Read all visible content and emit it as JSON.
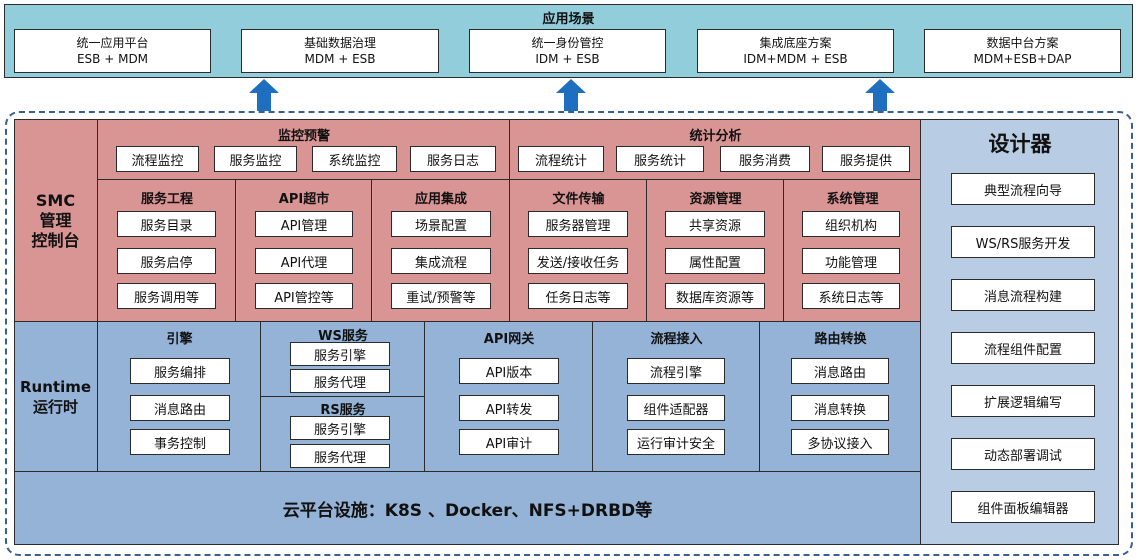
{
  "app_scenarios": {
    "title": "应用场景",
    "items": [
      {
        "name": "统一应用平台",
        "tech": "ESB + MDM"
      },
      {
        "name": "基础数据治理",
        "tech": "MDM + ESB"
      },
      {
        "name": "统一身份管控",
        "tech": "IDM + ESB"
      },
      {
        "name": "集成底座方案",
        "tech": "IDM+MDM + ESB"
      },
      {
        "name": "数据中台方案",
        "tech": "MDM+ESB+DAP"
      }
    ]
  },
  "smc": {
    "label": "SMC\n管理\n控制台",
    "monitoring": {
      "title": "监控预警",
      "items": [
        "流程监控",
        "服务监控",
        "系统监控",
        "服务日志"
      ]
    },
    "statistics": {
      "title": "统计分析",
      "items": [
        "流程统计",
        "服务统计",
        "服务消费",
        "服务提供"
      ]
    },
    "modules": [
      {
        "title": "服务工程",
        "items": [
          "服务目录",
          "服务启停",
          "服务调用等"
        ]
      },
      {
        "title": "API超市",
        "items": [
          "API管理",
          "API代理",
          "API管控等"
        ]
      },
      {
        "title": "应用集成",
        "items": [
          "场景配置",
          "集成流程",
          "重试/预警等"
        ]
      },
      {
        "title": "文件传输",
        "items": [
          "服务器管理",
          "发送/接收任务",
          "任务日志等"
        ]
      },
      {
        "title": "资源管理",
        "items": [
          "共享资源",
          "属性配置",
          "数据库资源等"
        ]
      },
      {
        "title": "系统管理",
        "items": [
          "组织机构",
          "功能管理",
          "系统日志等"
        ]
      }
    ]
  },
  "runtime": {
    "label": "Runtime\n运行时",
    "engine": {
      "title": "引擎",
      "items": [
        "服务编排",
        "消息路由",
        "事务控制"
      ]
    },
    "ws": {
      "title": "WS服务",
      "items": [
        "服务引擎",
        "服务代理"
      ]
    },
    "rs": {
      "title": "RS服务",
      "items": [
        "服务引擎",
        "服务代理"
      ]
    },
    "gateway": {
      "title": "API网关",
      "items": [
        "API版本",
        "API转发",
        "API审计"
      ]
    },
    "flow": {
      "title": "流程接入",
      "items": [
        "流程引擎",
        "组件适配器",
        "运行审计安全"
      ]
    },
    "routing": {
      "title": "路由转换",
      "items": [
        "消息路由",
        "消息转换",
        "多协议接入"
      ]
    }
  },
  "cloud": {
    "label": "云平台设施：K8S 、Docker、NFS+DRBD等"
  },
  "designer": {
    "title": "设计器",
    "items": [
      "典型流程向导",
      "WS/RS服务开发",
      "消息流程构建",
      "流程组件配置",
      "扩展逻辑编写",
      "动态部署调试",
      "组件面板编辑器"
    ]
  },
  "colors": {
    "top_bg": "#92cddc",
    "smc_bg": "#d99594",
    "runtime_bg": "#95b3d7",
    "designer_bg": "#b8cce4",
    "arrow": "#1f6fc0",
    "dash": "#366092"
  }
}
